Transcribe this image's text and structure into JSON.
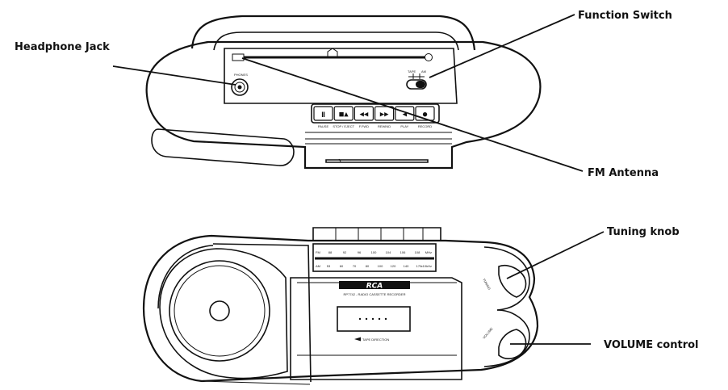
{
  "callouts": {
    "headphone_jack": "Headphone Jack",
    "function_switch": "Function Switch",
    "fm_antenna": "FM Antenna",
    "tuning_knob": "Tuning knob",
    "volume_control": "VOLUME control"
  },
  "top_view": {
    "phones_label": "PHONES",
    "switch_left_label": "TAPE",
    "switch_right_label": "AM",
    "buttons": [
      {
        "label": "PAUSE",
        "glyph": "ǁ"
      },
      {
        "label": "STOP / EJECT",
        "glyph": "■▲"
      },
      {
        "label": "F.FWD",
        "glyph": "◀◀"
      },
      {
        "label": "REWIND",
        "glyph": "▶▶"
      },
      {
        "label": "PLAY",
        "glyph": "◀"
      },
      {
        "label": "RECORD",
        "glyph": "●"
      }
    ]
  },
  "front_view": {
    "fm_scale": [
      "FM",
      "88",
      "92",
      "96",
      "100",
      "104",
      "106",
      "108",
      "MHz"
    ],
    "am_scale": [
      "AM",
      "53",
      "60",
      "70",
      "80",
      "100",
      "120",
      "140",
      "170",
      "x10kHz"
    ],
    "brand": "RCA",
    "model_text": "RP7742 - RADIO CASSETTE RECORDER",
    "tape_direction": "TAPE DIRECTION",
    "tuning_label": "TUNING",
    "volume_label": "VOLUME"
  }
}
